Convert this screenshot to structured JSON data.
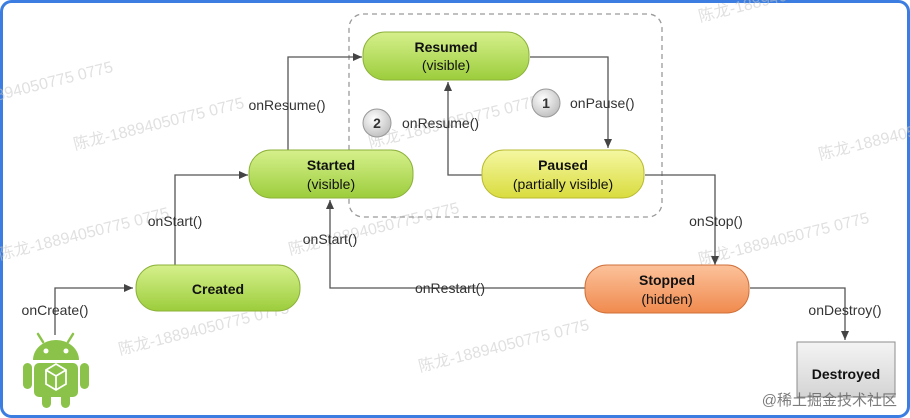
{
  "states": {
    "resumed": {
      "title": "Resumed",
      "sub": "(visible)"
    },
    "started": {
      "title": "Started",
      "sub": "(visible)"
    },
    "paused": {
      "title": "Paused",
      "sub": "(partially visible)"
    },
    "created": {
      "title": "Created"
    },
    "stopped": {
      "title": "Stopped",
      "sub": "(hidden)"
    },
    "destroyed": {
      "title": "Destroyed"
    }
  },
  "transitions": {
    "on_create": "onCreate()",
    "on_start_1": "onStart()",
    "on_start_2": "onStart()",
    "on_resume_1": "onResume()",
    "on_resume_2": "onResume()",
    "on_pause": "onPause()",
    "on_stop": "onStop()",
    "on_restart": "onRestart()",
    "on_destroy": "onDestroy()"
  },
  "badges": {
    "one": "1",
    "two": "2"
  },
  "watermark": {
    "text": "陈龙-18894050775 0775",
    "number": "18894050775 0775",
    "credit": "@稀土掘金技术社区"
  },
  "colors": {
    "frame_border": "#3b7de0",
    "green_fill": "#a9d94e",
    "yellow_fill": "#e6e85c",
    "orange_fill": "#f7a06a",
    "gray_fill": "#e6e6e6",
    "android_green": "#8bc34a"
  }
}
